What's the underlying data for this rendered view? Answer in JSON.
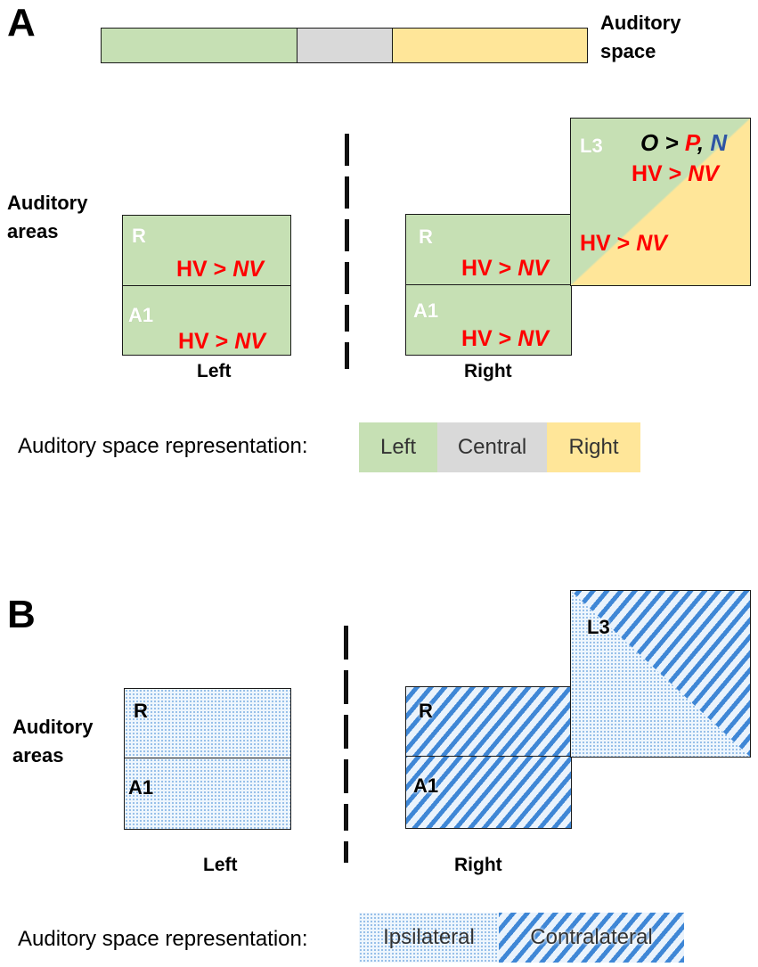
{
  "panelA": {
    "label": "A",
    "space_bar_label_line1": "Auditory",
    "space_bar_label_line2": "space",
    "areas_label_line1": "Auditory",
    "areas_label_line2": "areas",
    "left_hemisphere": {
      "label": "Left",
      "R": {
        "name": "R",
        "effect_prefix": "HV > ",
        "effect_suffix": "NV"
      },
      "A1": {
        "name": "A1",
        "effect_prefix": "HV > ",
        "effect_suffix": "NV"
      }
    },
    "right_hemisphere": {
      "label": "Right",
      "R": {
        "name": "R",
        "effect_prefix": "HV > ",
        "effect_suffix": "NV"
      },
      "A1": {
        "name": "A1",
        "effect_prefix": "HV > ",
        "effect_suffix": "NV"
      },
      "L3": {
        "name": "L3",
        "contrast_O": "O > ",
        "contrast_P": "P",
        "contrast_sep": ", ",
        "contrast_N": "N",
        "upper_effect_prefix": "HV > ",
        "upper_effect_suffix": "NV",
        "lower_effect_prefix": "HV > ",
        "lower_effect_suffix": "NV"
      }
    },
    "legend": {
      "title": "Auditory space representation:",
      "items": [
        "Left",
        "Central",
        "Right"
      ]
    }
  },
  "panelB": {
    "label": "B",
    "areas_label_line1": "Auditory",
    "areas_label_line2": "areas",
    "left_hemisphere": {
      "label": "Left",
      "R": "R",
      "A1": "A1"
    },
    "right_hemisphere": {
      "label": "Right",
      "R": "R",
      "A1": "A1",
      "L3": "L3"
    },
    "legend": {
      "title": "Auditory space representation:",
      "items": [
        "Ipsilateral",
        "Contralateral"
      ]
    }
  },
  "colors": {
    "left": "#c6e0b4",
    "central": "#d9d9d9",
    "right": "#ffe699",
    "effect_red": "#ff0000",
    "contrast_blue": "#2f55a4",
    "hatch_blue": "#3f87d6"
  }
}
